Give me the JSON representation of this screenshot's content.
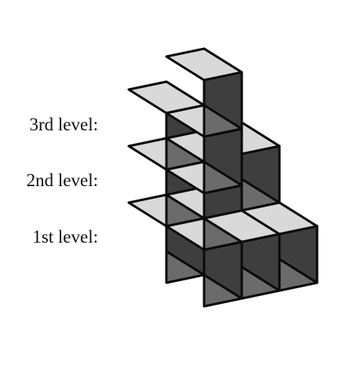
{
  "levels": [
    {
      "label": "3rd level:"
    },
    {
      "label": "2nd level:"
    },
    {
      "label": "1st level:"
    }
  ],
  "colors": {
    "top_face": "#d9d9d9",
    "left_face": "#6b6b6b",
    "right_face": "#3e3e3e",
    "edge": "#0a0a0a",
    "background": "#ffffff"
  }
}
